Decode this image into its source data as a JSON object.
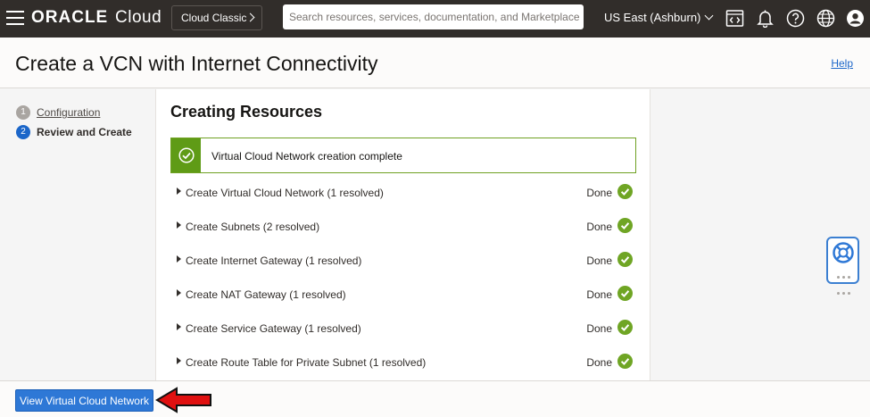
{
  "topbar": {
    "logo_brand": "ORACLE",
    "logo_product": "Cloud",
    "classic_label": "Cloud Classic",
    "search_placeholder": "Search resources, services, documentation, and Marketplace",
    "region": "US East (Ashburn)"
  },
  "header": {
    "title": "Create a VCN with Internet Connectivity",
    "help": "Help"
  },
  "steps": [
    {
      "number": "1",
      "label": "Configuration",
      "state": "complete"
    },
    {
      "number": "2",
      "label": "Review and Create",
      "state": "current"
    }
  ],
  "panel": {
    "title": "Creating Resources",
    "success_message": "Virtual Cloud Network creation complete",
    "tasks": [
      {
        "label": "Create Virtual Cloud Network (1 resolved)",
        "status": "Done"
      },
      {
        "label": "Create Subnets (2 resolved)",
        "status": "Done"
      },
      {
        "label": "Create Internet Gateway (1 resolved)",
        "status": "Done"
      },
      {
        "label": "Create NAT Gateway (1 resolved)",
        "status": "Done"
      },
      {
        "label": "Create Service Gateway (1 resolved)",
        "status": "Done"
      },
      {
        "label": "Create Route Table for Private Subnet (1 resolved)",
        "status": "Done"
      }
    ]
  },
  "footer": {
    "primary_button": "View Virtual Cloud Network"
  },
  "icons": {
    "menu": "hamburger-menu-icon",
    "cloud_shell": "code-console-icon",
    "notifications": "bell-icon",
    "help": "question-mark-icon",
    "language": "globe-icon",
    "profile": "user-avatar-icon",
    "success": "check-circle-icon",
    "support": "life-buoy-icon"
  },
  "colors": {
    "topbar_bg": "#312d2a",
    "primary_blue": "#2e78d6",
    "success_green": "#5f9b16",
    "annotation_red": "#e01010"
  }
}
